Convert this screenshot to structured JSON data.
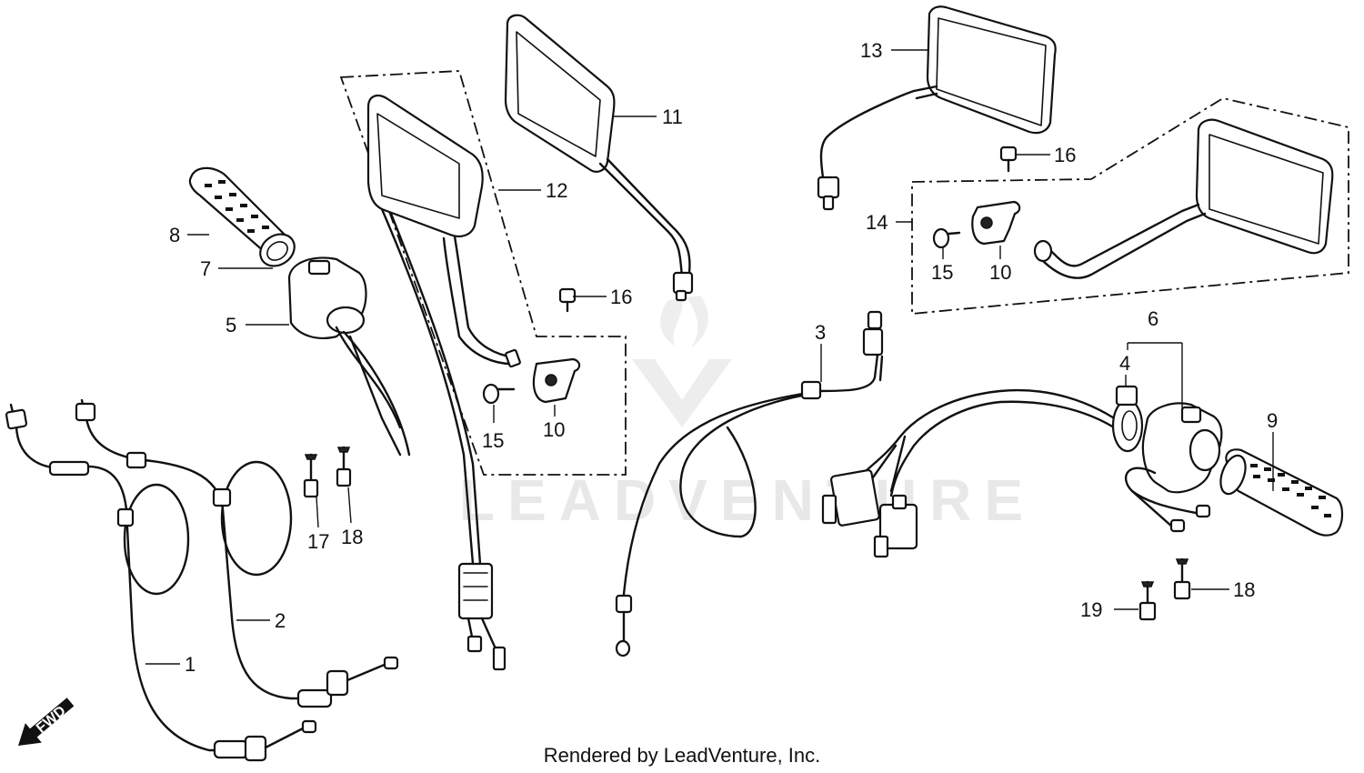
{
  "watermark": "LEADVENTURE",
  "fwd_label": "FWD",
  "footer": "Rendered by LeadVenture, Inc.",
  "callouts": {
    "p1": "1",
    "p2": "2",
    "p3": "3",
    "p4": "4",
    "p5": "5",
    "p6": "6",
    "p7": "7",
    "p8": "8",
    "p9": "9",
    "p10a": "10",
    "p10b": "10",
    "p11": "11",
    "p12": "12",
    "p13": "13",
    "p14": "14",
    "p15a": "15",
    "p15b": "15",
    "p16a": "16",
    "p16b": "16",
    "p17": "17",
    "p18a": "18",
    "p18b": "18",
    "p19": "19"
  }
}
